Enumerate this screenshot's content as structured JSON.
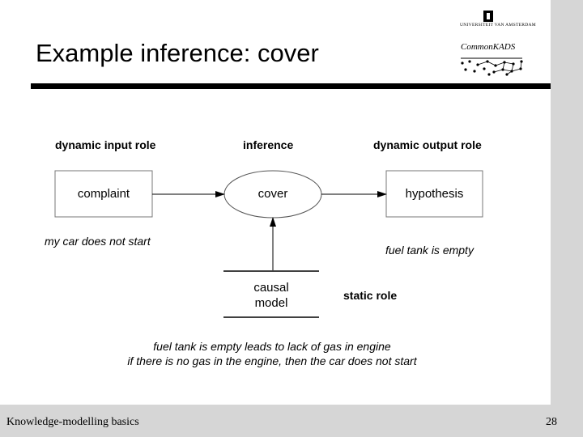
{
  "slide": {
    "title": "Example inference: cover",
    "logo": {
      "university": "UNIVERSITEIT VAN AMSTERDAM",
      "brand": "CommonKADS"
    },
    "footer": {
      "left": "Knowledge-modelling basics",
      "page_number": "28"
    }
  },
  "diagram": {
    "headings": {
      "input": "dynamic input role",
      "inference": "inference",
      "output": "dynamic output role",
      "static": "static role"
    },
    "nodes": {
      "complaint": "complaint",
      "cover": "cover",
      "hypothesis": "hypothesis",
      "causal_model_line1": "causal",
      "causal_model_line2": "model"
    },
    "examples": {
      "input": "my car does not start",
      "output": "fuel tank is empty",
      "static_line1": "fuel tank is empty leads to lack of gas in engine",
      "static_line2": "if there is no gas in the engine, then the car does not start"
    }
  }
}
